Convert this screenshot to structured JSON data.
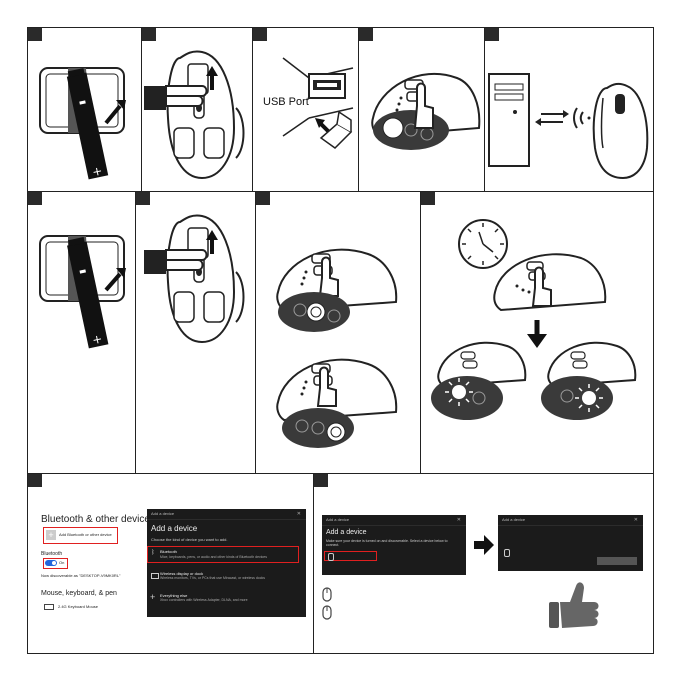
{
  "usb": {
    "label": "USB Port"
  },
  "bt_settings": {
    "title": "Bluetooth & other devices",
    "add_label": "Add Bluetooth or other device",
    "bt_heading": "Bluetooth",
    "bt_state": "On",
    "discoverable": "Now discoverable as \"DESKTOP-V9MK0RL\"",
    "section": "Mouse, keyboard, & pen",
    "device": "2.4G Keyboard Mouse"
  },
  "add_device_dialog": {
    "window_title": "Add a device",
    "heading": "Add a device",
    "subtitle": "Choose the kind of device you want to add.",
    "options": [
      {
        "name": "Bluetooth",
        "desc": "Mice, keyboards, pens, or audio and other kinds of Bluetooth devices"
      },
      {
        "name": "Wireless display or dock",
        "desc": "Wireless monitors, TVs, or PCs that use Miracast, or wireless docks"
      },
      {
        "name": "Everything else",
        "desc": "Xbox controllers with Wireless Adapter, DLNA, and more"
      }
    ]
  },
  "pair_dialog": {
    "window_title": "Add a device",
    "heading": "Add a device",
    "subtitle": "Make sure your device is turned on and discoverable. Select a device below to connect."
  },
  "done_dialog": {
    "window_title": "Add a device"
  }
}
